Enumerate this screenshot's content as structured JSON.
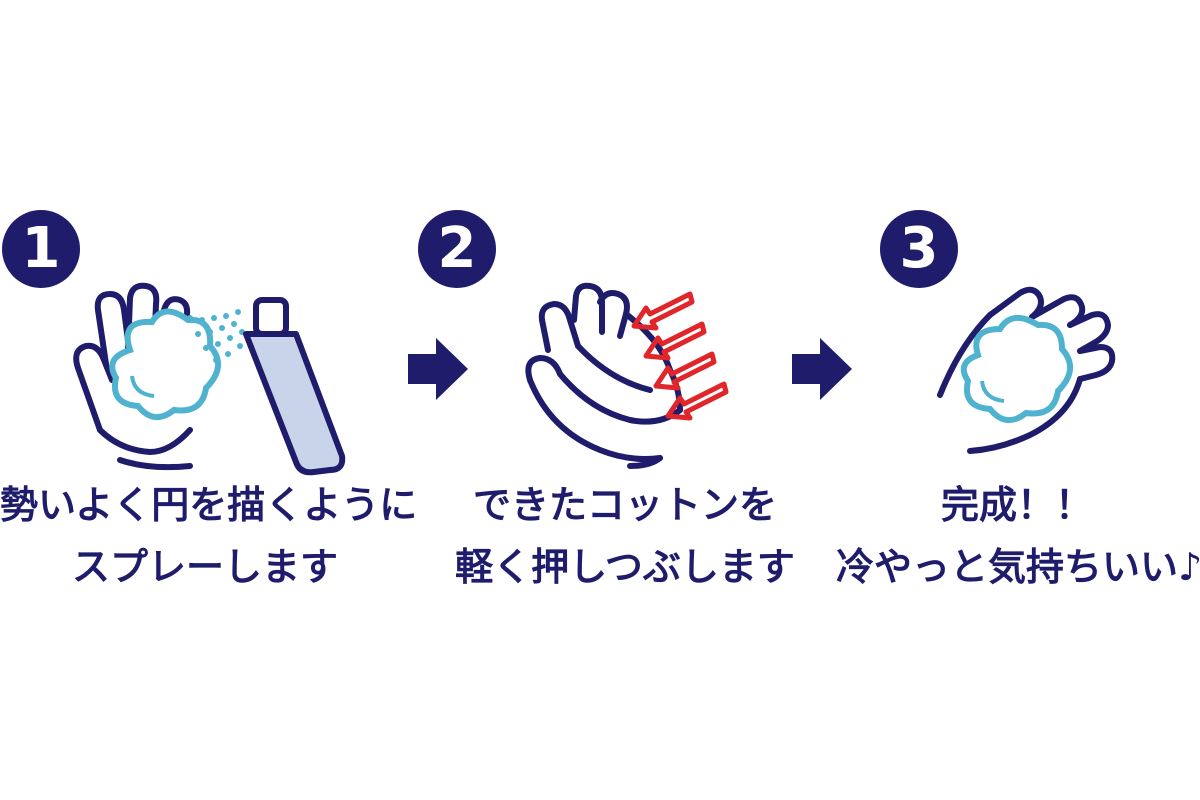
{
  "colors": {
    "navy": "#1f1d6b",
    "cotton_blue": "#4fb3cf",
    "bottle_fill": "#c9d3ea",
    "red": "#e0262b",
    "white": "#ffffff"
  },
  "steps": [
    {
      "number": "1",
      "icons": [
        "hand-icon",
        "cotton-icon",
        "spray-bottle-icon"
      ],
      "caption_line1": "勢いよく円を描くように",
      "caption_line2": "スプレーします"
    },
    {
      "number": "2",
      "icons": [
        "pressing-hands-icon",
        "press-arrows-icon"
      ],
      "caption_line1": "できたコットンを",
      "caption_line2": "軽く押しつぶします"
    },
    {
      "number": "3",
      "icons": [
        "hand-icon",
        "cotton-icon"
      ],
      "caption_line1": "完成！！",
      "caption_line2": "冷やっと気持ちいい♪"
    }
  ],
  "connectors": [
    "arrow-right-icon",
    "arrow-right-icon"
  ]
}
